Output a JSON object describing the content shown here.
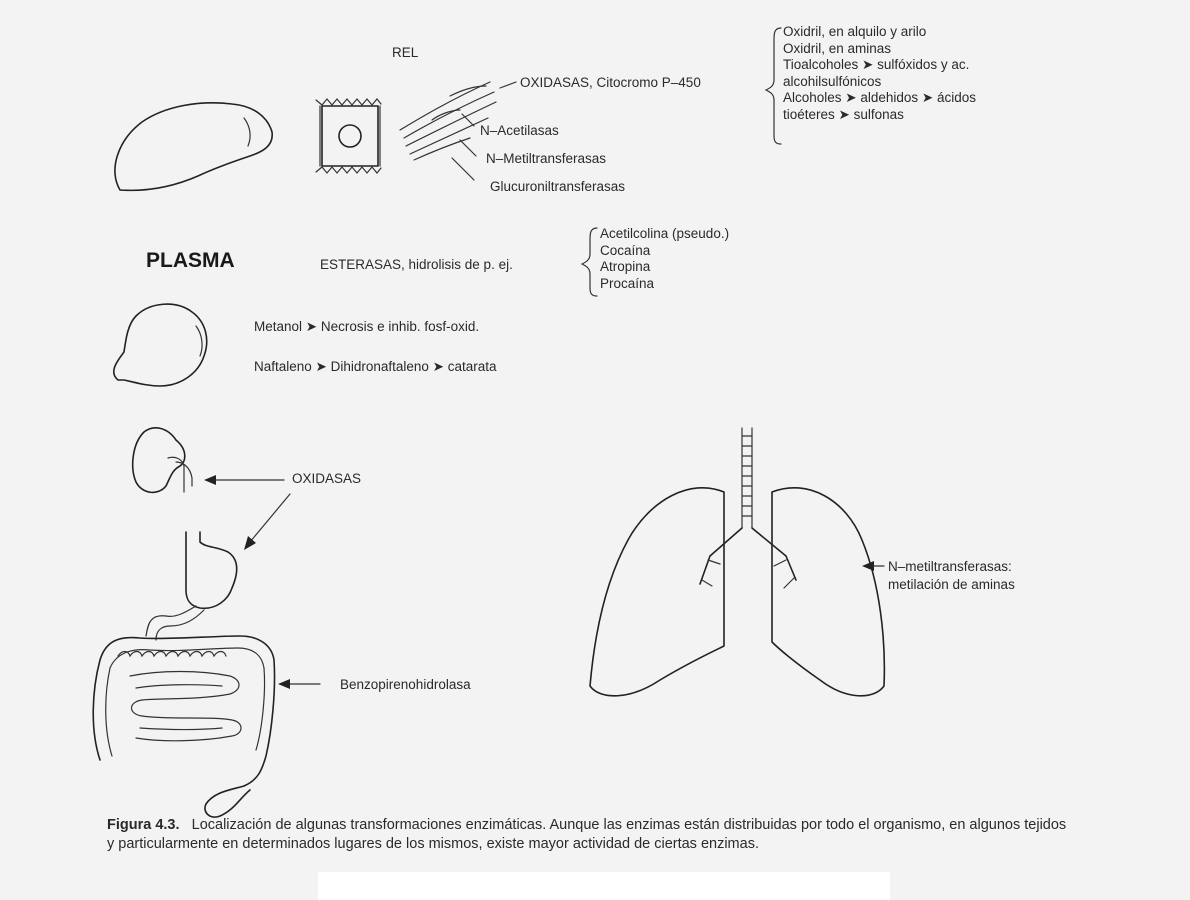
{
  "liver": {
    "rel_label": "REL",
    "oxidasas": "OXIDASAS, Citocromo P–450",
    "n_acetilasas": "N–Acetilasas",
    "n_metiltransferasas": "N–Metiltransferasas",
    "glucuroniltransferasas": "Glucuroniltransferasas",
    "reactions": [
      "Oxidril, en alquilo y arilo",
      "Oxidril, en aminas",
      "Tioalcoholes ➤ sulfóxidos y ac.",
      "alcohilsulfónicos",
      "Alcoholes ➤ aldehidos ➤ ácidos",
      "tioéteres ➤ sulfonas"
    ]
  },
  "plasma": {
    "label": "PLASMA",
    "esterasas": "ESTERASAS, hidrolisis de p. ej.",
    "substrates": [
      "Acetilcolina (pseudo.)",
      "Cocaína",
      "Atropina",
      "Procaína"
    ]
  },
  "eye": {
    "metanol": "Metanol ➤ Necrosis e inhib. fosf-oxid.",
    "naftaleno": "Naftaleno ➤ Dihidronaftaleno ➤ catarata"
  },
  "kidney_stomach": {
    "oxidasas": "OXIDASAS"
  },
  "intestine": {
    "label": "Benzopirenohidrolasa"
  },
  "lungs": {
    "label_line1": "N–metiltransferasas:",
    "label_line2": "metilación de aminas"
  },
  "caption": {
    "figure_label": "Figura 4.3.",
    "text": "Localización de algunas transformaciones enzimáticas. Aunque las enzimas están distribuidas por todo el organismo, en algunos tejidos y particularmente en determinados lugares de los mismos, existe mayor actividad de ciertas enzimas."
  }
}
